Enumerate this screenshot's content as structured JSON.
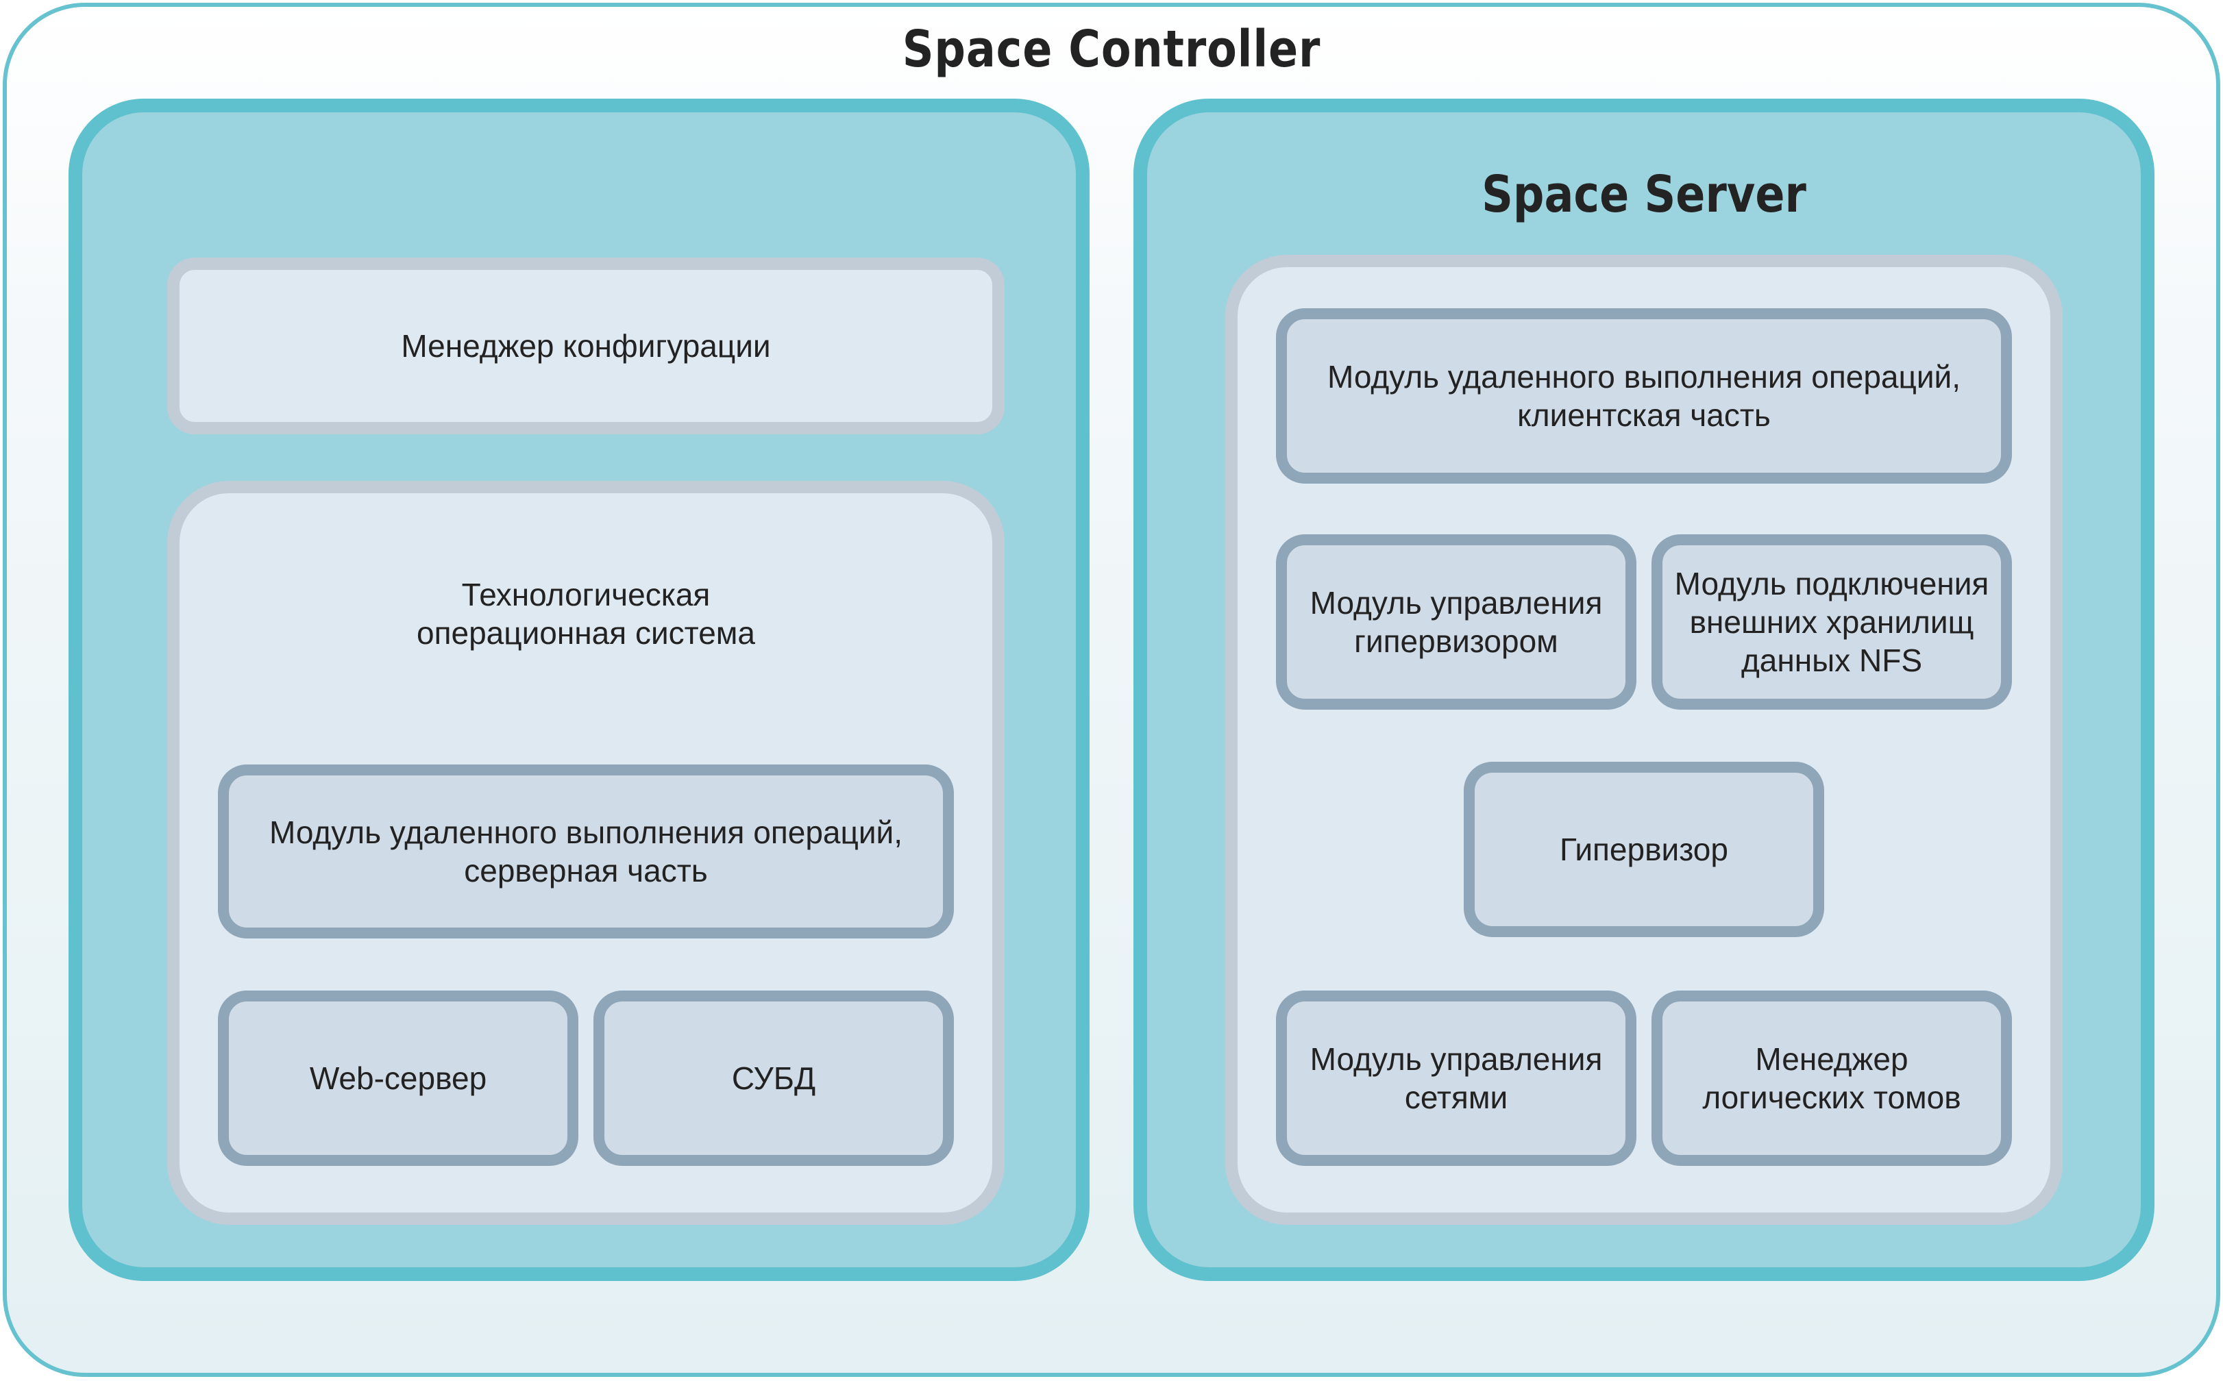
{
  "diagram": {
    "title": "Space Controller",
    "server": {
      "title": "Space Server",
      "remote_client": "Модуль удаленного выполнения операций,\nклиентская часть",
      "hypervisor_mgmt": "Модуль управления\nгипервизором",
      "nfs_storage": "Модуль подключения\nвнешних хранилищ\nданных NFS",
      "hypervisor": "Гипервизор",
      "network_mgmt": "Модуль управления\nсетями",
      "lvm": "Менеджер\nлогических томов"
    },
    "controller": {
      "config_manager": "Менеджер конфигурации",
      "os": {
        "title": "Технологическая\nоперационная система",
        "remote_server": "Модуль удаленного выполнения операций,\nсерверная часть",
        "web_server": "Web-сервер",
        "dbms": "СУБД"
      }
    }
  },
  "colors": {
    "outer_border": "#67c2cf",
    "panel_border": "#5fc1cd",
    "panel_fill": "#9bd3de",
    "container_border": "#c2ccd6",
    "container_fill": "#dfe9f1",
    "module_border": "#8fa5b8",
    "module_fill": "#cfdbe7"
  }
}
